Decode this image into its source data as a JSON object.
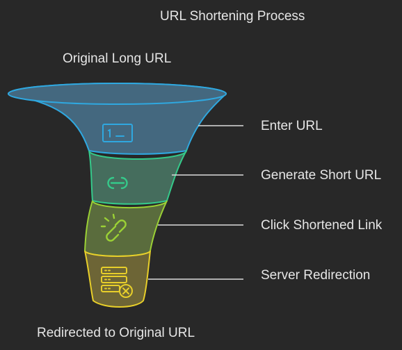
{
  "title": "URL Shortening Process",
  "top_label": "Original Long URL",
  "bottom_label": "Redirected to Original URL",
  "stages": [
    {
      "label": "Enter URL",
      "icon": "terminal-icon",
      "color": "#2fa8e0"
    },
    {
      "label": "Generate Short URL",
      "icon": "link-icon",
      "color": "#35c98a"
    },
    {
      "label": "Click Shortened Link",
      "icon": "broken-link-icon",
      "color": "#9bd135"
    },
    {
      "label": "Server Redirection",
      "icon": "server-error-icon",
      "color": "#e8cf2a"
    }
  ]
}
